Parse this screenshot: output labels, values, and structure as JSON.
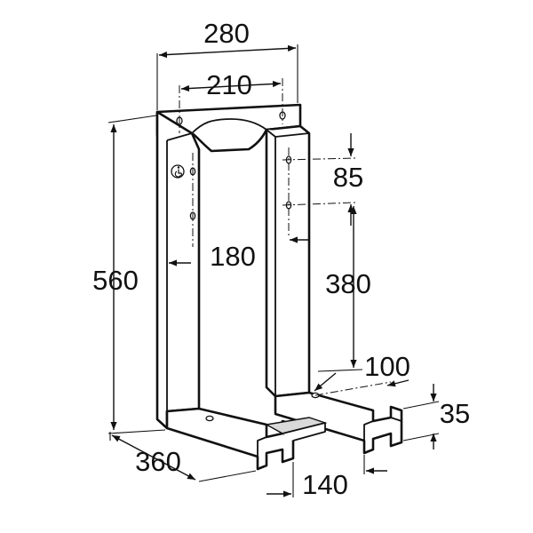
{
  "dimensions": {
    "overall_width": "280",
    "hole_spacing": "210",
    "height": "560",
    "inner_width": "180",
    "vertical_hole_spacing": "85",
    "lower_hole_height": "380",
    "foot_depth": "360",
    "foot_width": "140",
    "foot_hole_offset": "100",
    "foot_height": "35"
  },
  "colors": {
    "line": "#111111",
    "shade": "#d9d9d9",
    "background": "#ffffff"
  },
  "icons": {
    "wheelchair": "accessibility-icon"
  }
}
